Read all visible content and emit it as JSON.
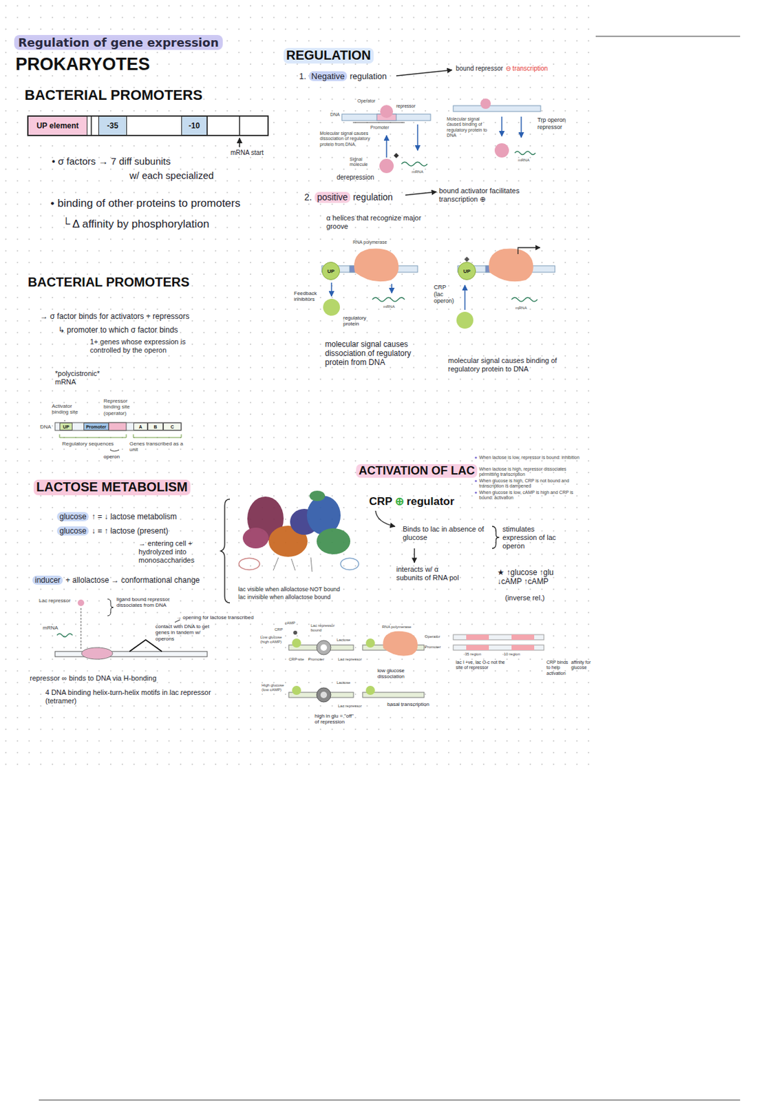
{
  "diagram": {
    "title": "Regulation of gene expression",
    "nodes": [
      {
        "text": [
          "UP element"
        ]
      },
      {
        "text": [
          "-35"
        ]
      },
      {
        "text": [
          "-10"
        ]
      },
      {
        "text": [
          "UP"
        ]
      },
      {
        "text": [
          "Promoter"
        ]
      },
      {
        "text": [
          "A"
        ]
      },
      {
        "text": [
          "B"
        ]
      },
      {
        "text": [
          "C"
        ]
      },
      {
        "text": [
          "UP"
        ]
      },
      {
        "text": [
          "UP"
        ]
      }
    ],
    "labels": [
      "PROKARYOTES",
      "BACTERIAL PROMOTERS",
      "mRNA start",
      "• σ factors → 7 diff subunits",
      "w/ each specialized",
      "• binding of other proteins to promoters",
      "└ Δ affinity by phosphorylation",
      "BACTERIAL PROMOTERS",
      "→ σ factor binds for activators + repressors",
      "↳ promoter to which σ factor binds",
      "1+ genes whose expression is controlled by the operon",
      "*polycistronic* mRNA",
      "Activator binding site",
      "Repressor binding site (operator)",
      "DNA",
      "Regulatory sequences",
      "Genes transcribed as a unit",
      "operon",
      "glucose",
      "↑ = ↓ lactose metabolism",
      "glucose",
      "↓ = ↑ lactose (present)",
      "→ entering cell + hydrolyzed into monosaccharides",
      "inducer",
      "+ allolactose → conformational change",
      "Lac repressor",
      "ligand bound repressor dissociates from DNA",
      "→ opening for lactose transcribed",
      "mRNA",
      "contact with DNA to get genes in tandem w/ operons",
      "repressor ∞ binds to DNA via H-bonding",
      "4 DNA binding helix-turn-helix motifs in lac repressor (tetramer)",
      "lac visible when allolactose NOT bound",
      "lac invisible when allolactose bound",
      "REGULATION",
      "1.",
      "Negative",
      "regulation",
      "bound repressor",
      "⊖ transcription",
      "Operator",
      "DNA",
      "repressor",
      "Promoter",
      "Molecular signal causes dissociation of regulatory protein from DNA",
      "Signal molecule",
      "mRNA",
      "derepression",
      "Molecular signal causes binding of regulatory protein to DNA",
      "Trp operon repressor",
      "mRNA",
      "2.",
      "positive",
      "regulation",
      "bound activator facilitates transcription ⊕",
      "α helices that recognize major groove",
      "RNA polymerase",
      "Feedback inhibitors",
      "mRNA",
      "regulatory protein",
      "CRP (lac operon)",
      "mRNA",
      "molecular signal causes dissociation of regulatory protein from DNA",
      "molecular signal causes binding of regulatory protein to DNA",
      "ACTIVATION OF LAC",
      "When lactose is low, repressor is bound: inhibition",
      "When lactose is high, repressor dissociates permitting transcription",
      "When glucose is high, CRP is not bound and transcription is dampened",
      "When glucose is low, cAMP is high and CRP is bound: activation",
      "CRP",
      "⊕",
      "regulator",
      "Binds to lac in absence of glucose",
      "stimulates expression of lac operon",
      "interacts w/ α subunits of RNA pol",
      "★ ↑glucose ↑glu ↓cAMP ↑cAMP",
      "(inverse rel.)",
      "cAMP",
      "CRP",
      "Low glucose (high cAMP)",
      "Lac repressor bound",
      "Lactose",
      "Lac repressor",
      "CRP site",
      "Promoter",
      "RNA polymerase",
      "High glucose (low cAMP)",
      "Lactose",
      "Lac repressor",
      "low glucose dissociation",
      "basal transcription",
      "high in glu = \"off\" of repression",
      "Operator",
      "Promoter",
      "-35 region",
      "-10 region",
      "lac I +ve, lac O-c not the site of repressor",
      "CRP binds to help activation",
      "affinity for glucose",
      "LACTOSE METABOLISM"
    ]
  }
}
